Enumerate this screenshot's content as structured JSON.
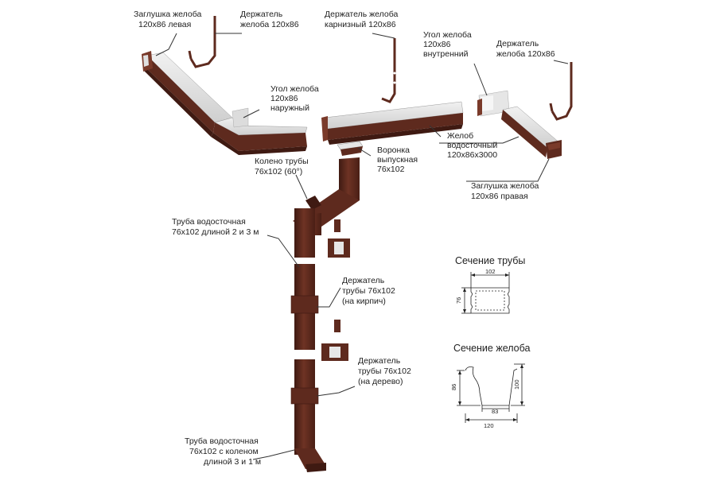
{
  "labels": {
    "cap_left": [
      "Заглушка желоба",
      "120х86 левая"
    ],
    "holder_top": [
      "Держатель",
      "желоба 120х86"
    ],
    "eaves_holder": [
      "Держатель желоба",
      "карнизный 120х86"
    ],
    "inner_corner": [
      "Угол желоба",
      "120х86",
      "внутренний"
    ],
    "holder_right": [
      "Держатель",
      "желоба 120х86"
    ],
    "outer_corner": [
      "Угол желоба",
      "120х86",
      "наружный"
    ],
    "gutter": [
      "Желоб",
      "водосточный",
      "120х86х3000"
    ],
    "funnel": [
      "Воронка",
      "выпускная",
      "76х102"
    ],
    "elbow": [
      "Колено трубы",
      "76х102 (60°)"
    ],
    "cap_right": [
      "Заглушка желоба",
      "120х86 правая"
    ],
    "pipe": [
      "Труба водосточная",
      "76х102 длиной 2 и 3 м"
    ],
    "pipe_holder_brick": [
      "Держатель",
      "трубы 76х102",
      "(на кирпич)"
    ],
    "pipe_holder_wood": [
      "Держатель",
      "трубы 76х102",
      "(на дерево)"
    ],
    "pipe_with_elbow": [
      "Труба водосточная",
      "76х102 с коленом",
      "длиной 3 и 1 м"
    ]
  },
  "sections": {
    "pipe_title": "Сечение трубы",
    "pipe_width": "102",
    "pipe_height": "76",
    "gutter_title": "Сечение желоба",
    "gutter_height_left": "86",
    "gutter_height_right": "100",
    "gutter_bottom": "83",
    "gutter_width": "120"
  },
  "colors": {
    "brown": "#5e2a1e",
    "brown_dark": "#3f1a12",
    "brown_light": "#7a3a2a",
    "inner": "#e6e6e6",
    "inner_shade": "#cfcfcf"
  }
}
